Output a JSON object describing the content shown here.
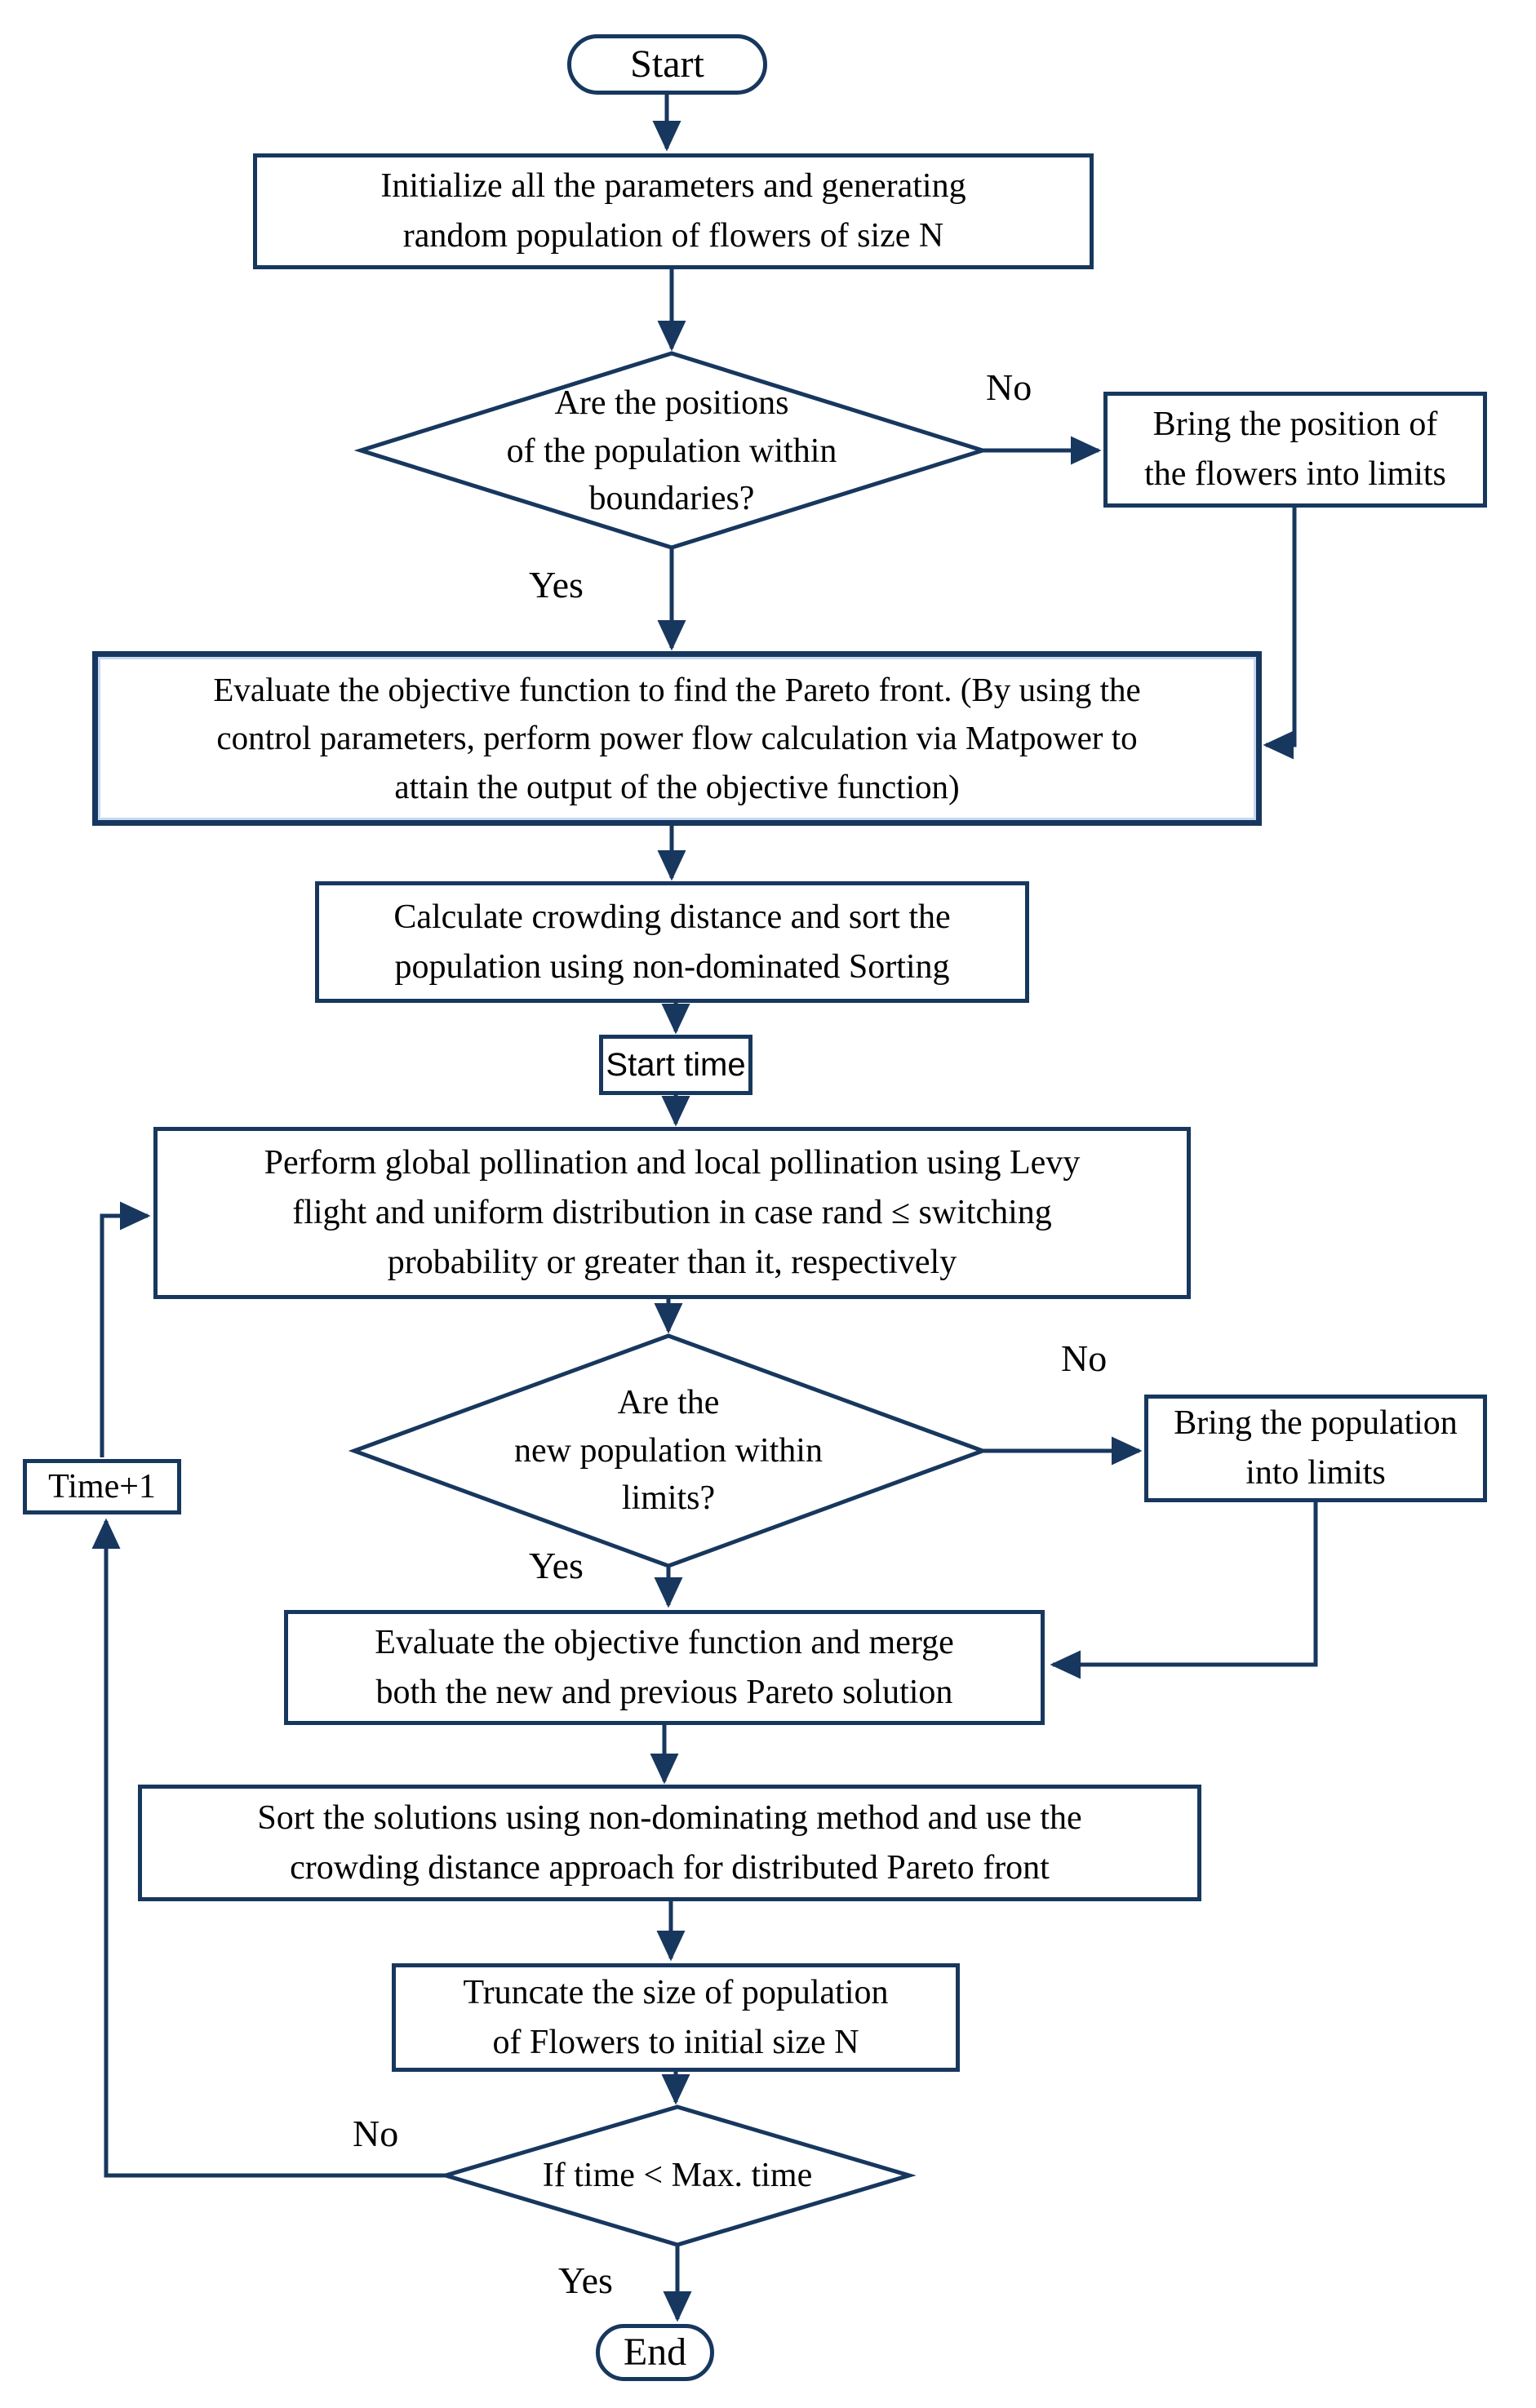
{
  "diagram": {
    "colors": {
      "line": "#17375e",
      "text": "#000000",
      "background": "#ffffff"
    },
    "nodes": {
      "start": {
        "type": "terminator",
        "label": "Start"
      },
      "init": {
        "type": "process",
        "label": "Initialize all the parameters and generating\nrandom population of flowers of size N"
      },
      "d1": {
        "type": "decision",
        "label": "Are the positions\nof the population within\nboundaries?"
      },
      "bring1": {
        "type": "process",
        "label": "Bring the position of\nthe flowers into limits"
      },
      "evaluate1": {
        "type": "process",
        "label": "Evaluate the objective function to find the Pareto front. (By using  the\ncontrol parameters, perform power flow calculation via  Matpower to\nattain the output of the objective function)"
      },
      "crowding": {
        "type": "process",
        "label": "Calculate crowding distance and sort the\npopulation using non-dominated Sorting"
      },
      "starttime": {
        "type": "process",
        "label": "Start time"
      },
      "pollination": {
        "type": "process",
        "label": "Perform global pollination and local pollination using Levy\nflight and uniform distribution in case rand ≤ switching\nprobability or greater than it, respectively"
      },
      "d2": {
        "type": "decision",
        "label": "Are the\nnew population within\nlimits?"
      },
      "bring2": {
        "type": "process",
        "label": "Bring the population\ninto limits"
      },
      "merge": {
        "type": "process",
        "label": "Evaluate the objective function and merge\nboth  the new and previous Pareto solution"
      },
      "sort": {
        "type": "process",
        "label": "Sort the solutions using non-dominating method and use the\ncrowding distance approach for distributed Pareto front"
      },
      "truncate": {
        "type": "process",
        "label": "Truncate the size of population\nof Flowers to initial size N"
      },
      "d3": {
        "type": "decision",
        "label": "If time < Max. time"
      },
      "timeinc": {
        "type": "process",
        "label": "Time+1"
      },
      "end": {
        "type": "terminator",
        "label": "End"
      }
    },
    "edge_labels": {
      "d1_no": "No",
      "d1_yes": "Yes",
      "d2_no": "No",
      "d2_yes": "Yes",
      "d3_no": "No",
      "d3_yes": "Yes"
    }
  }
}
